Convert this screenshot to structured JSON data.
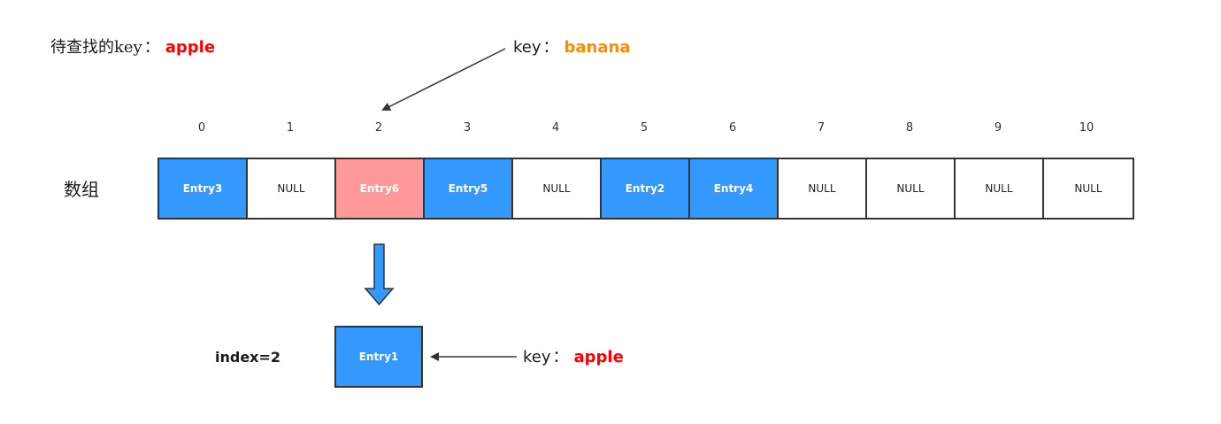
{
  "search": {
    "prefix": "待查找的key",
    "colon": "：",
    "value": "apple",
    "value_color": "#ff0000"
  },
  "top_note": {
    "key_label": "key",
    "colon": "：",
    "value": "banana",
    "value_color": "#ff8c00"
  },
  "array": {
    "label": "数组",
    "indices": [
      "0",
      "1",
      "2",
      "3",
      "4",
      "5",
      "6",
      "7",
      "8",
      "9",
      "10"
    ],
    "cells": [
      {
        "text": "Entry3",
        "kind": "entry"
      },
      {
        "text": "NULL",
        "kind": "null"
      },
      {
        "text": "Entry6",
        "kind": "highlight"
      },
      {
        "text": "Entry5",
        "kind": "entry"
      },
      {
        "text": "NULL",
        "kind": "null"
      },
      {
        "text": "Entry2",
        "kind": "entry"
      },
      {
        "text": "Entry4",
        "kind": "entry"
      },
      {
        "text": "NULL",
        "kind": "null"
      },
      {
        "text": "NULL",
        "kind": "null"
      },
      {
        "text": "NULL",
        "kind": "null"
      },
      {
        "text": "NULL",
        "kind": "null"
      }
    ]
  },
  "index_label": "index=2",
  "entry_box": {
    "text": "Entry1"
  },
  "bottom_note": {
    "key_label": "key",
    "colon": "：",
    "value": "apple",
    "value_color": "#ff0000"
  },
  "colors": {
    "entry_fill": "#3399ff",
    "highlight_fill": "#ff9999",
    "null_fill": "#ffffff",
    "arrow_fill": "#3399ff",
    "border": "#333333"
  }
}
